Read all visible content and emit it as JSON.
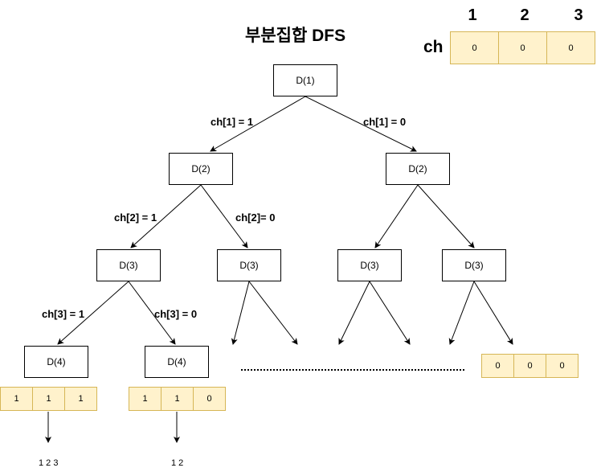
{
  "title": "부분집합 DFS",
  "array_name": "ch",
  "index_labels": [
    "1",
    "2",
    "3"
  ],
  "ch_values": [
    "0",
    "0",
    "0"
  ],
  "nodes": {
    "root": "D(1)",
    "l2": "D(2)",
    "r2": "D(2)",
    "ll3": "D(3)",
    "lr3": "D(3)",
    "rl3": "D(3)",
    "rr3": "D(3)",
    "lll4": "D(4)",
    "llr4": "D(4)"
  },
  "edge_labels": {
    "root_left": "ch[1] = 1",
    "root_right": "ch[1] = 0",
    "l2_left": "ch[2] = 1",
    "l2_right": "ch[2]= 0",
    "ll3_left": "ch[3] = 1",
    "ll3_right": "ch[3] = 0"
  },
  "leaf_arrays": {
    "first": [
      "1",
      "1",
      "1"
    ],
    "second": [
      "1",
      "1",
      "0"
    ],
    "last": [
      "0",
      "0",
      "0"
    ]
  },
  "results": {
    "first": "1 2 3",
    "second": "1 2"
  }
}
